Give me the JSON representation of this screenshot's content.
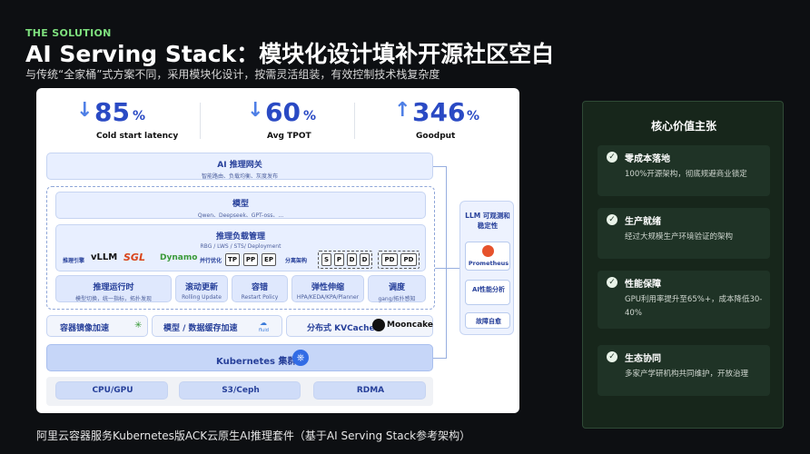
{
  "slide": {
    "eyebrow": "THE SOLUTION",
    "title": "AI Serving Stack：模块化设计填补开源社区空白",
    "subtitle": "与传统“全家桶”式方案不同，采用模块化设计，按需灵活组装，有效控制技术栈复杂度",
    "caption": "阿里云容器服务Kubernetes版ACK云原生AI推理套件（基于AI Serving Stack参考架构）"
  },
  "metrics": [
    {
      "arrow": "↓",
      "value": "85",
      "unit": "%",
      "label": "Cold start latency"
    },
    {
      "arrow": "↓",
      "value": "60",
      "unit": "%",
      "label": "Avg TPOT"
    },
    {
      "arrow": "↑",
      "value": "346",
      "unit": "%",
      "label": "Goodput"
    }
  ],
  "gateway": {
    "title": "AI 推理网关",
    "sub": "智能路由、负载均衡、灰度发布"
  },
  "model": {
    "title": "模型",
    "sub": "Qwen、Deepseek、GPT-oss、..."
  },
  "workload": {
    "title": "推理负载管理",
    "sub": "RBG / LWS / STS/ Deployment",
    "engine_label": "推理引擎",
    "engines": [
      "vLLM",
      "SGL",
      "Dynamo"
    ],
    "parallel_label": "并行优化",
    "parallel": [
      "TP",
      "PP",
      "EP"
    ],
    "disagg_label": "分离架构",
    "s_chips": [
      "S",
      "P",
      "D",
      "D"
    ],
    "pd_chips": [
      "PD",
      "PD"
    ]
  },
  "runtime": [
    {
      "title": "推理运行时",
      "sub": "模型切换，统一指标，拓扑发现"
    },
    {
      "title": "滚动更新",
      "sub": "Rolling Update"
    },
    {
      "title": "容错",
      "sub": "Restart Policy"
    },
    {
      "title": "弹性伸缩",
      "sub": "HPA/KEDA/KPA/Planner"
    },
    {
      "title": "调度",
      "sub": "gang/拓扑感知"
    }
  ],
  "accel": {
    "image": "容器镜像加速",
    "model_cache": "模型 / 数据缓存加速",
    "kvcache": "分布式 KVCache",
    "mooncake": "Mooncake",
    "fluid": "fluid"
  },
  "k8s": "Kubernetes 集群",
  "infra": [
    "CPU/GPU",
    "S3/Ceph",
    "RDMA"
  ],
  "observability": {
    "title": "LLM 可观测和稳定性",
    "prometheus": "Prometheus",
    "ai_perf": "AI性能分析",
    "fault": "故障自愈"
  },
  "panel": {
    "title": "核心价值主张",
    "items": [
      {
        "title": "零成本落地",
        "desc": "100%开源架构，彻底规避商业锁定"
      },
      {
        "title": "生产就绪",
        "desc": "经过大规模生产环境验证的架构"
      },
      {
        "title": "性能保障",
        "desc": "GPU利用率提升至65%+，成本降低30-40%"
      },
      {
        "title": "生态协同",
        "desc": "多家产学研机构共同维护，开放治理"
      }
    ]
  },
  "colors": {
    "accent_green": "#7ee07e",
    "diagram_blue": "#2a4ac4",
    "panel_bg": "#17261b"
  }
}
